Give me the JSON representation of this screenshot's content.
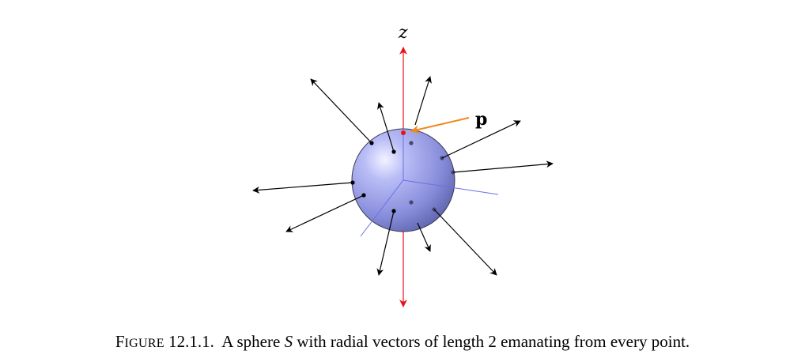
{
  "diagram": {
    "axis_label_z": "z",
    "point_label": "p",
    "colors": {
      "sphere_light": "#d4d8ff",
      "sphere_mid": "#8f94e0",
      "sphere_dark": "#5a5fa8",
      "sphere_stroke": "#3a3a55",
      "z_axis": "#e8131a",
      "inner_axes": "#6b70e6",
      "point_arrow": "#f28a1c",
      "vectors": "#000000"
    }
  },
  "caption": {
    "figure_first": "F",
    "figure_rest": "IGURE",
    "number": "12.1.1.",
    "text_before": "A sphere",
    "variable": "S",
    "text_after": "with radial vectors of length 2 emanating from every point."
  }
}
